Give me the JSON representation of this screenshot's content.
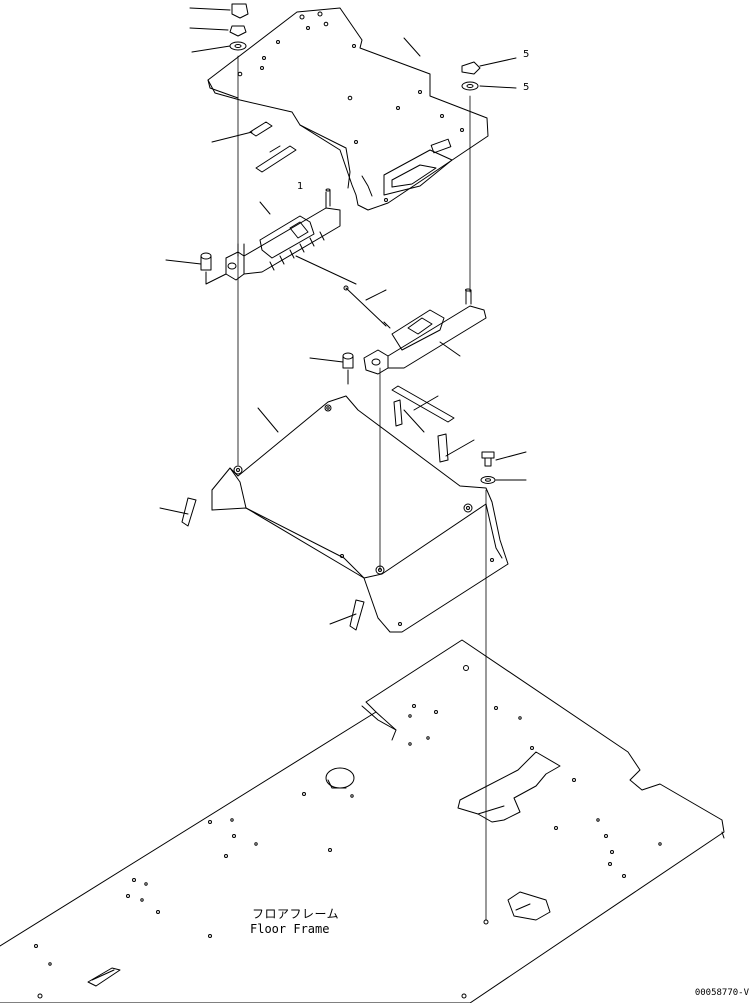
{
  "floor_frame": {
    "label_jp": "フロアフレーム",
    "label_en": "Floor Frame"
  },
  "drawing_number": "00058770-V",
  "callouts": {
    "c5a": "5",
    "c5b": "5",
    "c1": "1"
  },
  "colors": {
    "line": "#000000",
    "background": "#ffffff"
  }
}
